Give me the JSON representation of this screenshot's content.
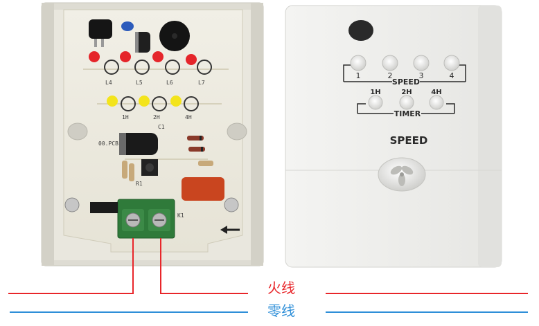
{
  "panel": {
    "speed_group_label": "SPEED",
    "speed_buttons": [
      "1",
      "2",
      "3",
      "4"
    ],
    "timer_group_label": "TIMER",
    "timer_buttons": [
      "1H",
      "2H",
      "4H"
    ],
    "brand_label": "SPEED"
  },
  "wires": {
    "live_label": "火线",
    "neutral_label": "零线",
    "live_color": "#e8262a",
    "neutral_color": "#2f8fd8"
  },
  "pcb": {
    "led_labels_top": [
      "L4",
      "L5",
      "L6",
      "L7"
    ],
    "led_labels_bottom": [
      "1H",
      "2H",
      "4H"
    ],
    "cap_label": "C1",
    "resistor_label": "R1",
    "board_text": "00.PCB",
    "terminal_label": "K1"
  },
  "colors": {
    "board": "#e8e6dc",
    "panel": "#eeeeec",
    "terminal": "#2f7a3a",
    "led_red": "#e5252a",
    "led_yellow": "#f3e41c",
    "cap_body": "#1a1a1a",
    "film_cap": "#c9451f"
  }
}
